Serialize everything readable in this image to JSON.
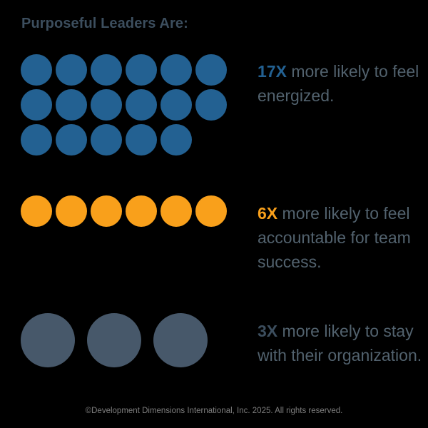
{
  "background_color": "#000000",
  "title": "Purposeful Leaders Are:",
  "title_color": "#3c4e5e",
  "body_text_color": "#52626e",
  "footer": {
    "text": "©Development Dimensions International, Inc. 2025. All rights reserved.",
    "color": "#7e7e7e"
  },
  "chart_data": {
    "type": "bar",
    "title": "Purposeful Leaders Are:",
    "subtitle": "",
    "xlabel": "",
    "ylabel": "",
    "unit": "X more likely",
    "legend_position": "right",
    "grid": false,
    "categories": [
      "more likely to feel energized.",
      "more likely to feel accountable for team success.",
      "more likely to stay with their organization."
    ],
    "values": [
      17,
      6,
      3
    ],
    "value_labels": [
      "17X",
      "6X",
      "3X"
    ],
    "colors": [
      "#236192",
      "#f9a01b",
      "#47586a"
    ],
    "notes": "Pictogram / unit chart: each dot represents one multiple (1X)."
  },
  "groups": [
    {
      "id": "energized",
      "multiplier": "17X",
      "multiplier_color": "#236192",
      "description": " more likely to feel energized.",
      "dot_color": "#236192",
      "dot_count": 17,
      "dot_size": "small",
      "rows": [
        6,
        6,
        5
      ]
    },
    {
      "id": "accountable",
      "multiplier": "6X",
      "multiplier_color": "#f9a01b",
      "description": " more likely to feel accountable for team success.",
      "dot_color": "#f9a01b",
      "dot_count": 6,
      "dot_size": "small",
      "rows": [
        6
      ]
    },
    {
      "id": "retention",
      "multiplier": "3X",
      "multiplier_color": "#3c4e5e",
      "description": " more likely to stay with their organization.",
      "dot_color": "#47586a",
      "dot_count": 3,
      "dot_size": "large",
      "rows": [
        3
      ]
    }
  ]
}
